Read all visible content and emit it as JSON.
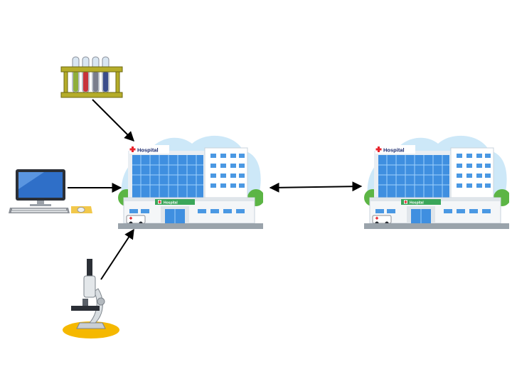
{
  "hospital_a": {
    "sign": "Hospital",
    "entrance_sign": "Hospital"
  },
  "hospital_b": {
    "sign": "Hospital",
    "entrance_sign": "Hospital"
  },
  "icons": {
    "test_tubes": "test-tubes-icon",
    "computer": "computer-icon",
    "microscope": "microscope-icon",
    "hospital": "hospital-icon"
  },
  "colors": {
    "glass": "#3f8fe0",
    "sky": "#cde8f8",
    "cross": "#e8242c",
    "rack": "#b5ad2a",
    "monitor": "#2f6fc8",
    "base": "#f5b800"
  }
}
